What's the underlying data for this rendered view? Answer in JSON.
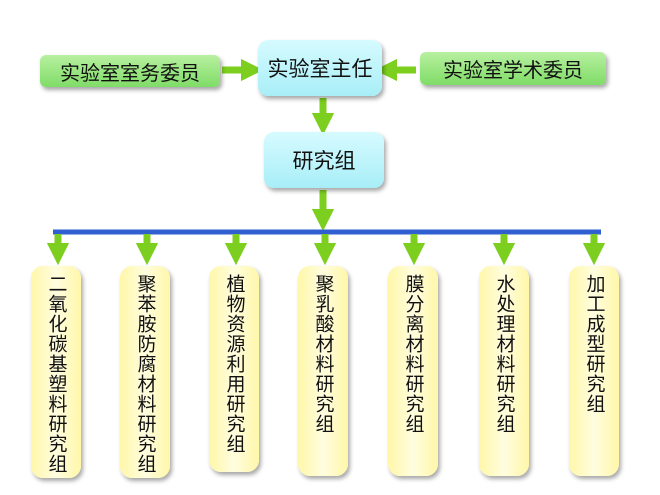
{
  "director": "实验室主任",
  "committee_left": "实验室室务委员",
  "committee_right": "实验室学术委员",
  "research_group": "研究组",
  "subgroups": [
    "二氧化碳基塑料研究组",
    "聚苯胺防腐材料研究组",
    "植物资源利用研究组",
    "聚乳酸材料研究组",
    "膜分离材料研究组",
    "水处理材料研究组",
    "加工成型研究组"
  ],
  "colors": {
    "arrow": "#7ccf1e",
    "bus": "#2f5fd0",
    "green_box": "#7fdc67",
    "cyan_box": "#a8eef7",
    "yellow_box": "#fff7a8"
  }
}
